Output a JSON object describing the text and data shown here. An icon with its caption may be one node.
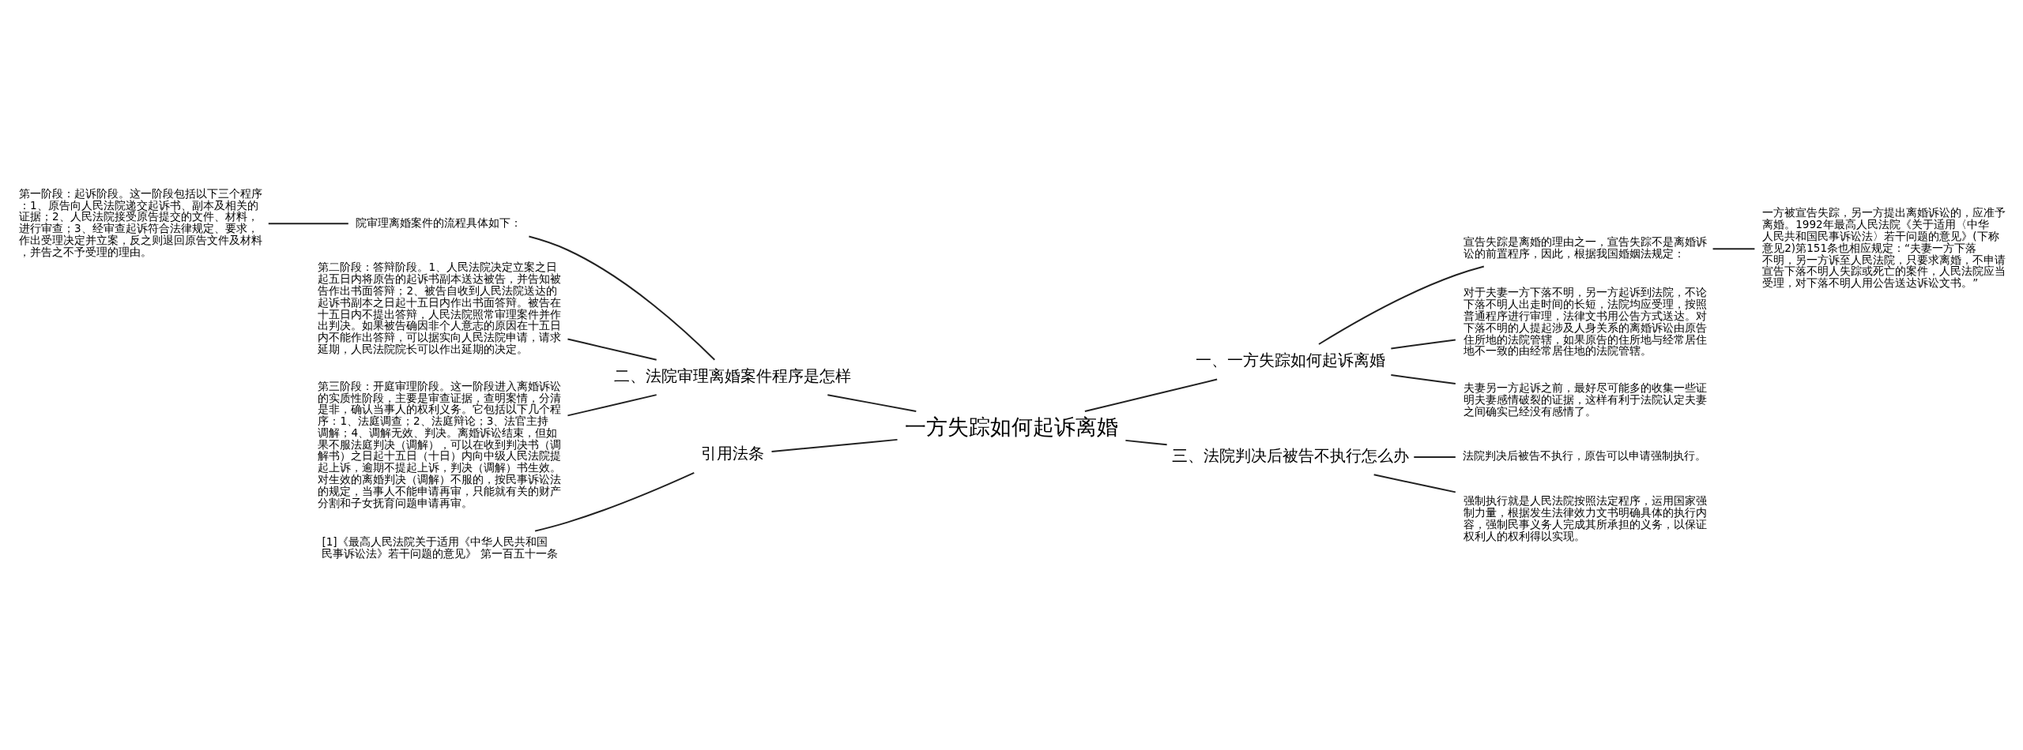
{
  "diagram": {
    "nodes": [
      {
        "text": [
          "一方失踪如何起诉离婚"
        ]
      },
      {
        "text": [
          "一、一方失踪如何起诉离婚"
        ]
      },
      {
        "text": [
          "宣告失踪是离婚的理由之一，宣告失踪不是离婚诉讼的前置程序，因此，根据我国婚姻法规定："
        ]
      },
      {
        "text": [
          "一方被宣告失踪，另一方提出离婚诉讼的，应准予离婚。1992年最高人民法院《关于适用〈中华人民共和国民事诉讼法〉若干问题的意见》(下称意见2)第151条也相应规定：“夫妻一方下落不明，另一方诉至人民法院，只要求离婚，不申请宣告下落不明人失踪或死亡的案件，人民法院应当受理，对下落不明人用公告送达诉讼文书。”"
        ]
      },
      {
        "text": [
          "对于夫妻一方下落不明，另一方起诉到法院，不论下落不明人出走时间的长短，法院均应受理，按照普通程序进行审理，法律文书用公告方式送达。对下落不明的人提起涉及人身关系的离婚诉讼由原告住所地的法院管辖，如果原告的住所地与经常居住地不一致的由经常居住地的法院管辖。"
        ]
      },
      {
        "text": [
          "夫妻另一方起诉之前，最好尽可能多的收集一些证明夫妻感情破裂的证据，这样有利于法院认定夫妻之间确实已经没有感情了。"
        ]
      },
      {
        "text": [
          "三、法院判决后被告不执行怎么办"
        ]
      },
      {
        "text": [
          "法院判决后被告不执行，原告可以申请强制执行。"
        ]
      },
      {
        "text": [
          "强制执行就是人民法院按照法定程序，运用国家强制力量，根据发生法律效力文书明确具体的执行内容，强制民事义务人完成其所承担的义务，以保证权利人的权利得以实现。"
        ]
      },
      {
        "text": [
          "二、法院审理离婚案件程序是怎样"
        ]
      },
      {
        "text": [
          "院审理离婚案件的流程具体如下："
        ]
      },
      {
        "text": [
          "第一阶段：起诉阶段。这一阶段包括以下三个程序：1、原告向人民法院递交起诉书、副本及相关的证据；2、人民法院接受原告提交的文件、材料，进行审查；3、经审查起诉符合法律规定、要求，作出受理决定并立案，反之则退回原告文件及材料，并告之不予受理的理由。"
        ]
      },
      {
        "text": [
          "第二阶段：答辩阶段。1、人民法院决定立案之日起五日内将原告的起诉书副本送达被告，并告知被告作出书面答辩；2、被告自收到人民法院送达的起诉书副本之日起十五日内作出书面答辩。被告在十五日内不提出答辩，人民法院照常审理案件并作出判决。如果被告确因非个人意志的原因在十五日内不能作出答辩，可以据实向人民法院申请，请求延期，人民法院院长可以作出延期的决定。"
        ]
      },
      {
        "text": [
          "第三阶段：开庭审理阶段。这一阶段进入离婚诉讼的实质性阶段，主要是审查证据，查明案情，分清是非，确认当事人的权利义务。它包括以下几个程序：1、法庭调查；2、法庭辩论；3、法官主持调解；4、调解无效、判决。离婚诉讼结束，但如果不服法庭判决（调解），可以在收到判决书（调解书）之日起十五日（十日）内向中级人民法院提起上诉，逾期不提起上诉，判决（调解）书生效。对生效的离婚判决（调解）不服的，按民事诉讼法的规定，当事人不能申请再审，只能就有关的财产分割和子女抚育问题申请再审。"
        ]
      },
      {
        "text": [
          "引用法条"
        ]
      },
      {
        "text": [
          "[1]《最高人民法院关于适用《中华人民共和国民事诉讼法》若干问题的意见》 第一百五十一条"
        ]
      }
    ],
    "edges": [
      {
        "from": 0,
        "to": 1,
        "arrow": "none"
      },
      {
        "from": 1,
        "to": 2,
        "arrow": "none"
      },
      {
        "from": 2,
        "to": 3,
        "arrow": "none"
      },
      {
        "from": 1,
        "to": 4,
        "arrow": "none"
      },
      {
        "from": 1,
        "to": 5,
        "arrow": "none"
      },
      {
        "from": 0,
        "to": 6,
        "arrow": "none"
      },
      {
        "from": 6,
        "to": 7,
        "arrow": "none"
      },
      {
        "from": 6,
        "to": 8,
        "arrow": "none"
      },
      {
        "from": 0,
        "to": 9,
        "arrow": "none"
      },
      {
        "from": 9,
        "to": 10,
        "arrow": "none"
      },
      {
        "from": 10,
        "to": 11,
        "arrow": "none"
      },
      {
        "from": 9,
        "to": 12,
        "arrow": "none"
      },
      {
        "from": 9,
        "to": 13,
        "arrow": "none"
      },
      {
        "from": 0,
        "to": 14,
        "arrow": "none"
      },
      {
        "from": 14,
        "to": 15,
        "arrow": "none"
      }
    ]
  }
}
